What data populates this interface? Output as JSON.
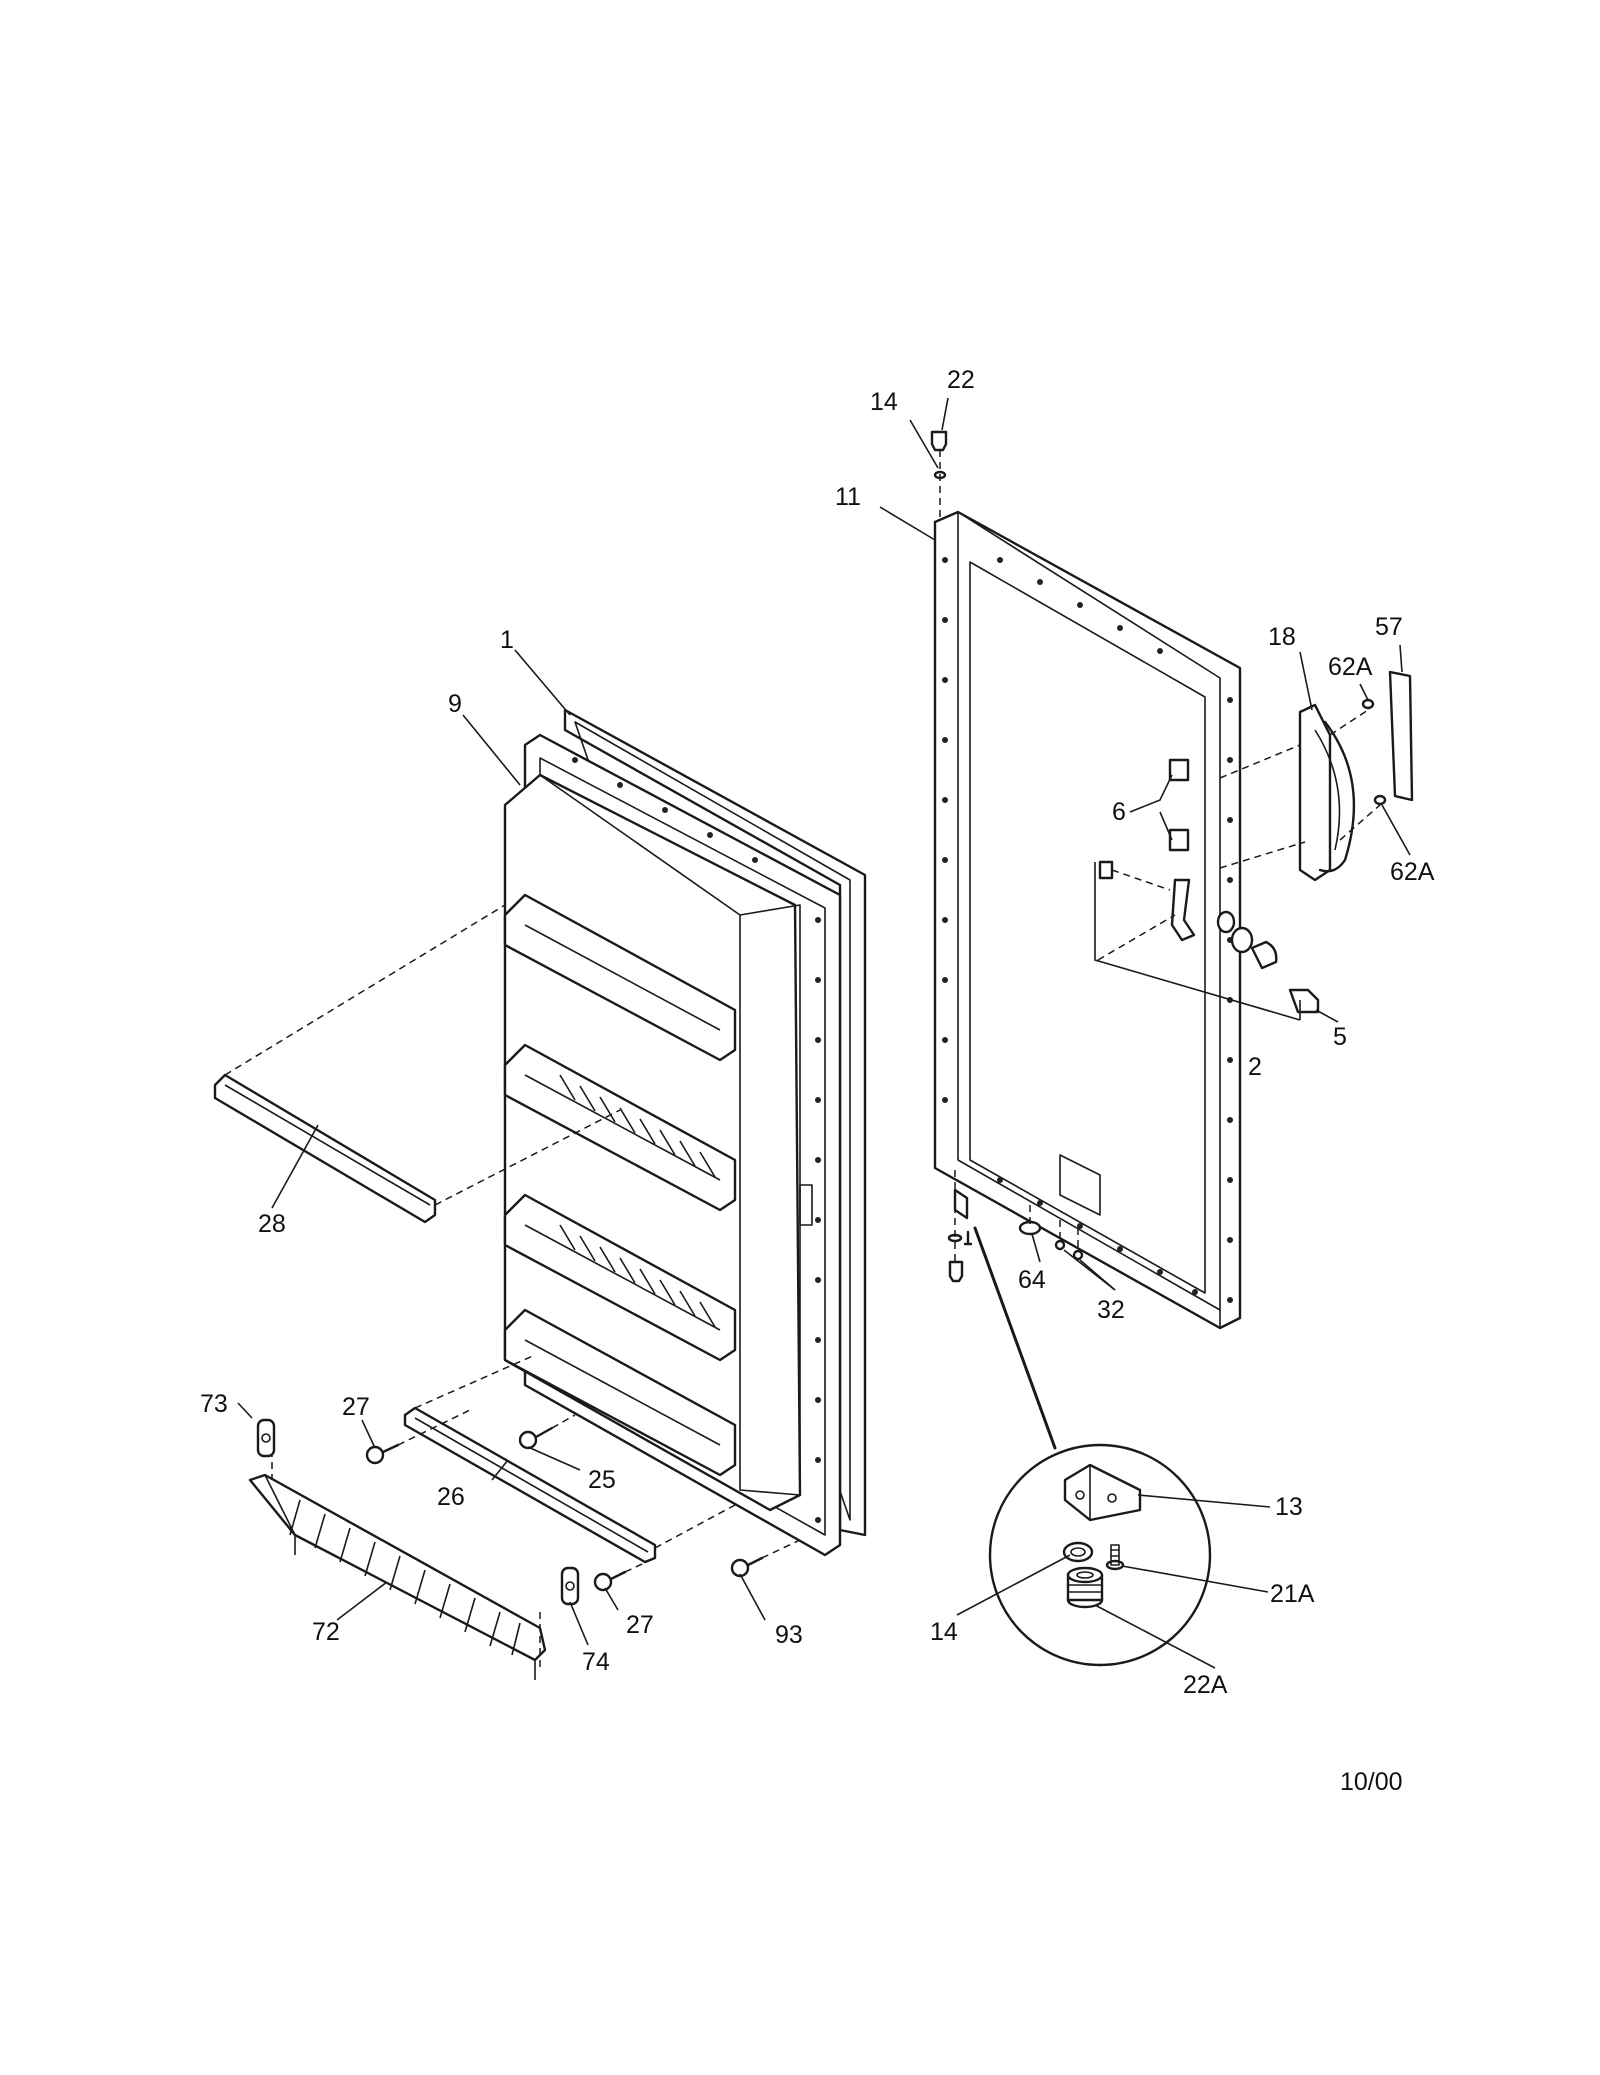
{
  "callouts": {
    "c1": "1",
    "c9": "9",
    "c28": "28",
    "c27a": "27",
    "c27b": "27",
    "c25": "25",
    "c26": "26",
    "c73": "73",
    "c72": "72",
    "c74": "74",
    "c93": "93",
    "c14a": "14",
    "c22": "22",
    "c11": "11",
    "c18": "18",
    "c62a1": "62A",
    "c62a2": "62A",
    "c57": "57",
    "c6": "6",
    "c5": "5",
    "c2": "2",
    "c64": "64",
    "c32": "32",
    "c13": "13",
    "c21a": "21A",
    "c14b": "14",
    "c22a": "22A"
  },
  "date_code": "10/00"
}
